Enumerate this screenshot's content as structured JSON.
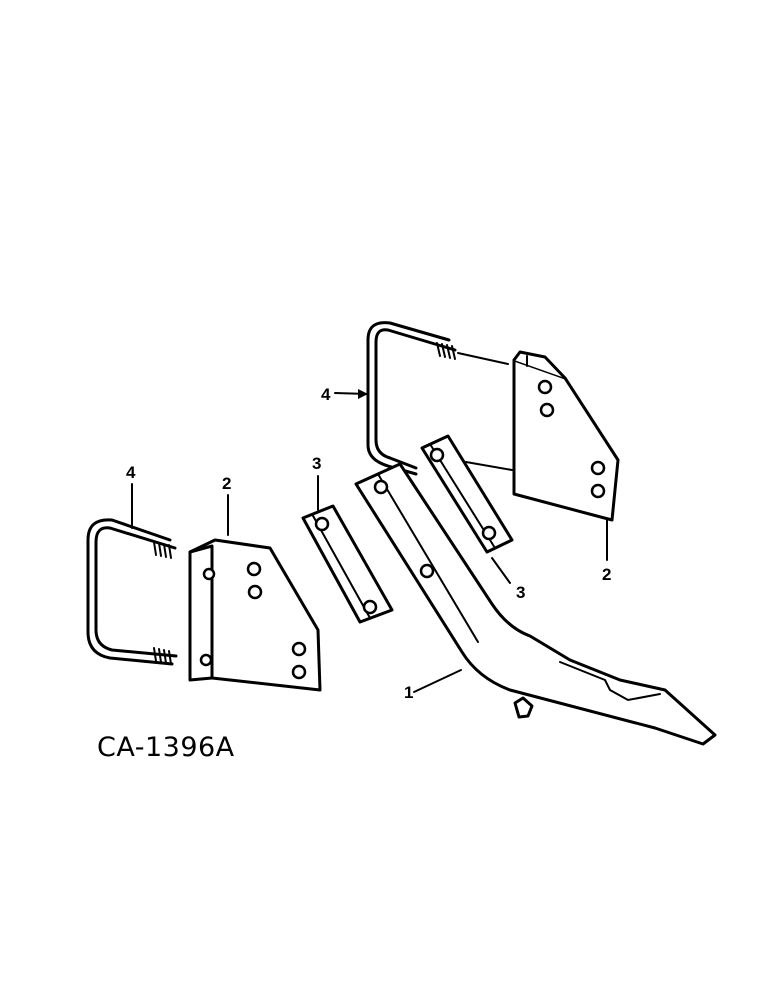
{
  "callouts": {
    "ubolt_right": "4",
    "bracket_right": "2",
    "plate_right": "3",
    "ubolt_left": "4",
    "bracket_left": "2",
    "plate_left": "3",
    "standard": "1"
  },
  "figure_id": "CA-1396A"
}
